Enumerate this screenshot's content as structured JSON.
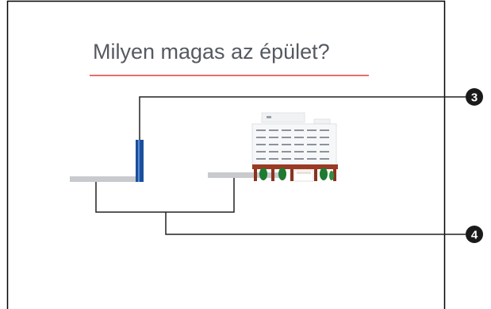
{
  "slide": {
    "title": "Milyen magas az épület?"
  },
  "callouts": [
    {
      "number": "3"
    },
    {
      "number": "4"
    }
  ],
  "colors": {
    "frame": "#000000",
    "underline": "#e23b3b",
    "title_text": "#555a61",
    "ground": "#c8cacd",
    "post": "#1a4f9c",
    "connector": "#222222",
    "badge": "#1a1a1a"
  },
  "icons": {
    "building": "building-icon"
  }
}
